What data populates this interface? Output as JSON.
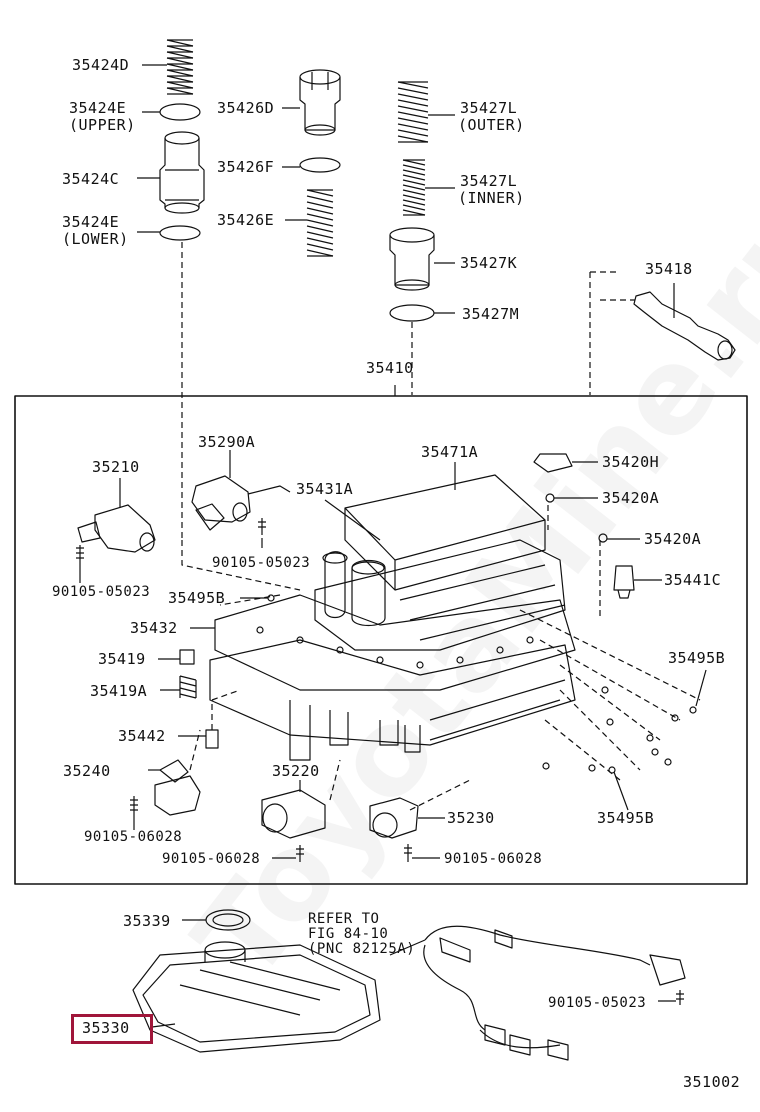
{
  "watermark": "ToyotaMine.ru",
  "highlight_color": "#a0163a",
  "figure_number": "351002",
  "labels": {
    "p35424D": "35424D",
    "p35424E_upper": "35424E",
    "upper": "(UPPER)",
    "p35424C": "35424C",
    "p35424E_lower": "35424E",
    "lower": "(LOWER)",
    "p35426D": "35426D",
    "p35426F": "35426F",
    "p35426E": "35426E",
    "p35427L_outer": "35427L",
    "outer": "(OUTER)",
    "p35427L_inner": "35427L",
    "inner": "(INNER)",
    "p35427K": "35427K",
    "p35427M": "35427M",
    "p35418": "35418",
    "p35410": "35410",
    "p35210": "35210",
    "p35290A": "35290A",
    "p35471A": "35471A",
    "p35420H": "35420H",
    "p35431A": "35431A",
    "p35420A_1": "35420A",
    "p35420A_2": "35420A",
    "p35441C": "35441C",
    "bolt_1": "90105-05023",
    "bolt_2": "90105-05023",
    "p35495B_1": "35495B",
    "p35432": "35432",
    "p35419": "35419",
    "p35419A": "35419A",
    "p35495B_2": "35495B",
    "p35442": "35442",
    "p35240": "35240",
    "p35220": "35220",
    "p35230": "35230",
    "p35495B_3": "35495B",
    "bolt_3": "90105-06028",
    "bolt_4": "90105-06028",
    "bolt_5": "90105-06028",
    "p35339": "35339",
    "refer_1": "REFER TO",
    "refer_2": "FIG 84-10",
    "refer_3": "(PNC 82125A)",
    "bolt_6": "90105-05023",
    "p35330": "35330"
  }
}
